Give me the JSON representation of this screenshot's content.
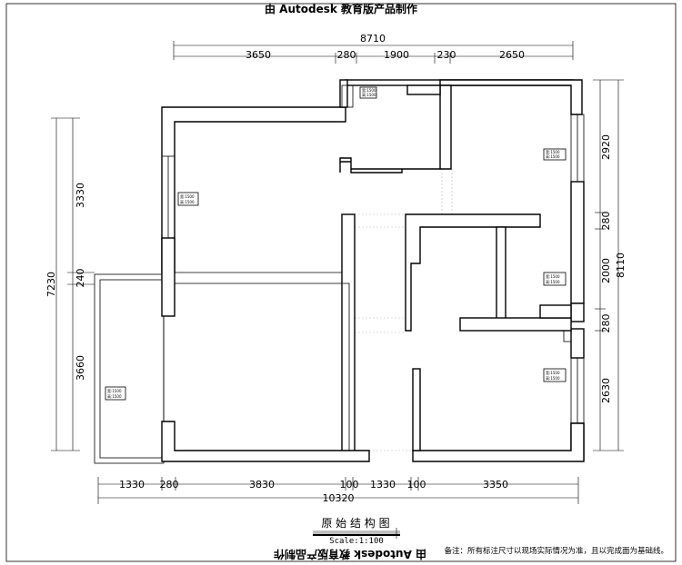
{
  "watermark_top": "由 Autodesk 教育版产品制作",
  "watermark_bottom": "由 Autodesk 教育版产品制作",
  "title": "原 始 结 构 图",
  "scale": "Scale:1:100",
  "note": "备注：所有标注尺寸以现场实际情况为准，且以完成面为基础线。",
  "top_total": "8710",
  "top_segments": [
    "3650",
    "280",
    "1900",
    "230",
    "2650"
  ],
  "bottom_segments": [
    "1330",
    "280",
    "3830",
    "100",
    "1330",
    "100",
    "3350"
  ],
  "bottom_total": "10320",
  "left_total": "7230",
  "left_segments": [
    "3330",
    "240",
    "3660"
  ],
  "right_segments": [
    "2920",
    "280",
    "2000",
    "280",
    "2630"
  ],
  "right_total": "8110",
  "tags": [
    {
      "line1": "宽:1500",
      "line2": "高:1500"
    },
    {
      "line1": "宽:1500",
      "line2": "高:1500"
    },
    {
      "line1": "宽:1500",
      "line2": "高:1500"
    },
    {
      "line1": "宽:1500",
      "line2": "高:1500"
    },
    {
      "line1": "宽:1500",
      "line2": "高:1500"
    },
    {
      "line1": "宽:1500",
      "line2": "高:1500"
    }
  ]
}
